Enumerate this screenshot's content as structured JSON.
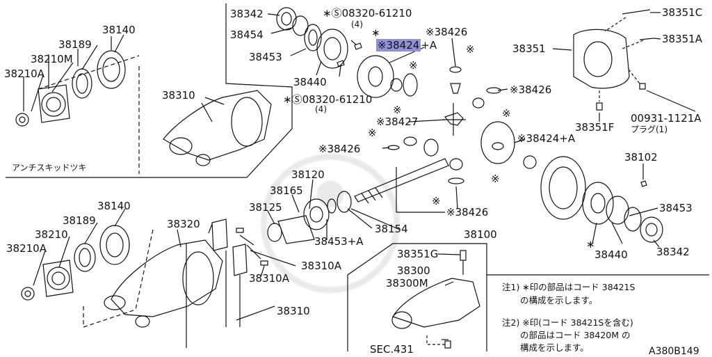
{
  "parts": {
    "p38342_top": "38342",
    "p38454": "38454",
    "p38453_top": "38453",
    "p38440_top": "38440",
    "bolt_top": "∗Ⓢ08320-61210",
    "bolt_top_qty": "(4)",
    "star_top": "∗",
    "p38424_hl": "※38424",
    "p38424_suffix": "+A",
    "p38426_top": "※38426",
    "mark_top": "※",
    "bolt_mid": "∗Ⓢ08320-61210",
    "bolt_mid_qty": "(4)",
    "p38426_mid_r": "※38426",
    "p38427": "※38427",
    "p38426_mid_l": "※38426",
    "p38424a": "※38424+A",
    "p38426_low": "※38426",
    "p38100": "38100",
    "p38120": "38120",
    "p38165": "38165",
    "p38125": "38125",
    "p38154": "38154",
    "p38453a": "38453+A",
    "p38351c": "38351C",
    "p38351a": "38351A",
    "p38351": "38351",
    "p38351f": "38351F",
    "plug_no": "00931-1121A",
    "plug_name": "プラグ(1)",
    "p38102": "38102",
    "p38453_r": "38453",
    "p38440_r": "38440",
    "p38342_r": "38342",
    "star_r": "∗",
    "p38140_top": "38140",
    "p38189_top": "38189",
    "p38210m": "38210M",
    "p38210a_top": "38210A",
    "p38310_top": "38310",
    "anti_skid": "アンチスキッドツキ",
    "p38140_bot": "38140",
    "p38189_bot": "38189",
    "p38210": "38210",
    "p38210a_bot": "38210A",
    "p38320": "38320",
    "p38310a_1": "38310A",
    "p38310a_2": "38310A",
    "p38310_bot": "38310",
    "p38351g": "38351G",
    "p38300": "38300",
    "p38300m": "38300M",
    "sec": "SEC.431",
    "mark_low_1": "※",
    "mark_low_2": "※",
    "mark_low_3": "※",
    "mark_low_4": "※",
    "mark_mid_1": "※",
    "mark_mid_2": "※"
  },
  "notes": {
    "n1_a": "注1) ∗印の部品はコード 38421S",
    "n1_b": "の構成を示します。",
    "n2_a": "注2) ※印(コード 38421Sを含む)",
    "n2_b": "の部品はコード 38420M の",
    "n2_c": "構成を示します。"
  },
  "figure_code": "A380B149",
  "colors": {
    "line": "#111111",
    "highlight": "#8f92d8",
    "paper": "#ffffff"
  }
}
